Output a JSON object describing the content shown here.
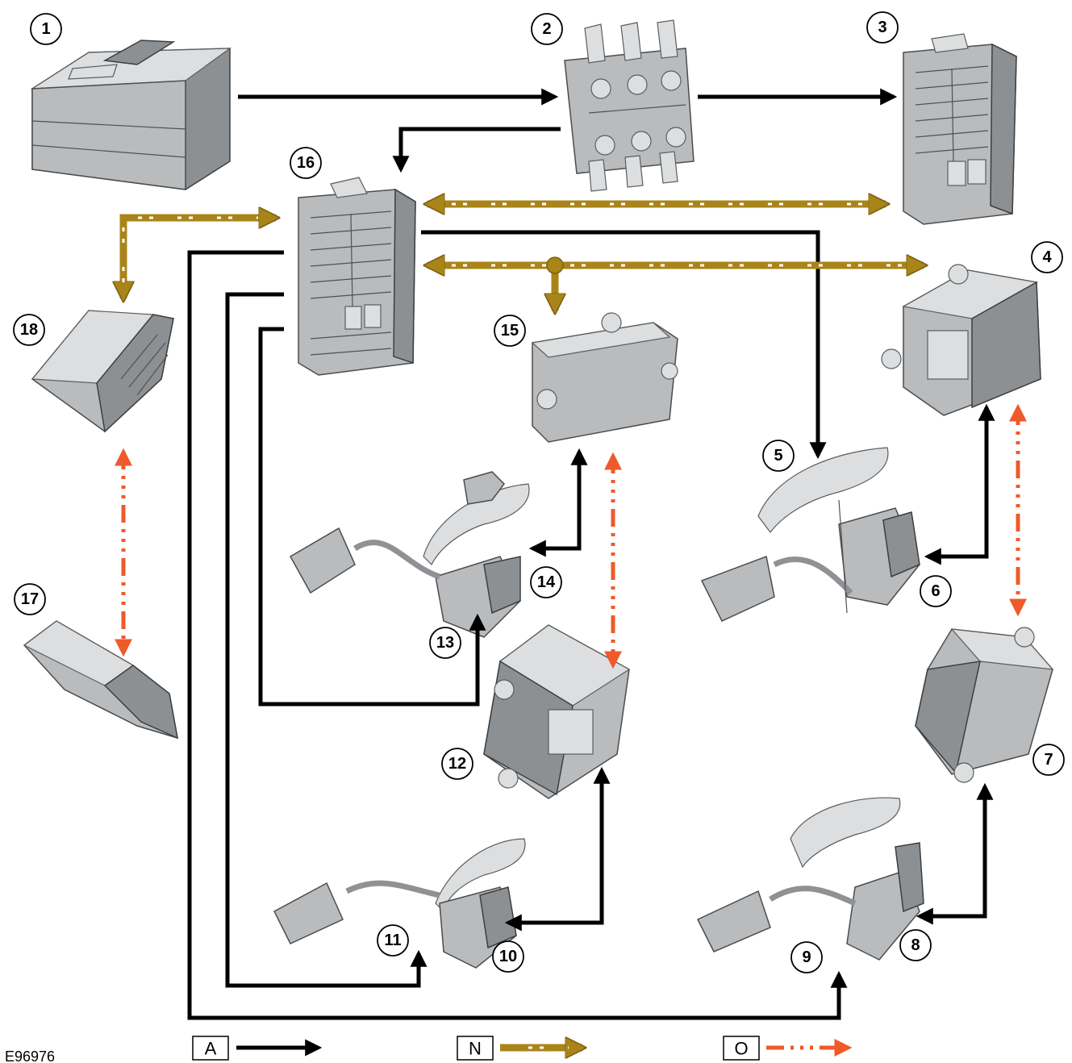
{
  "figure_id": "E96976",
  "callouts": [
    "1",
    "2",
    "3",
    "4",
    "5",
    "6",
    "7",
    "8",
    "9",
    "10",
    "11",
    "12",
    "13",
    "14",
    "15",
    "16",
    "17",
    "18"
  ],
  "legend": [
    {
      "key": "A",
      "line": "black",
      "color": "#000000"
    },
    {
      "key": "N",
      "line": "gold-dashed",
      "color": "#a98419"
    },
    {
      "key": "O",
      "line": "orange-dash-dot",
      "color": "#ee5a2a"
    }
  ],
  "colors": {
    "line_a": "#000000",
    "line_n": "#a98419",
    "line_o": "#ee5a2a",
    "component": "#b9bbbd"
  }
}
